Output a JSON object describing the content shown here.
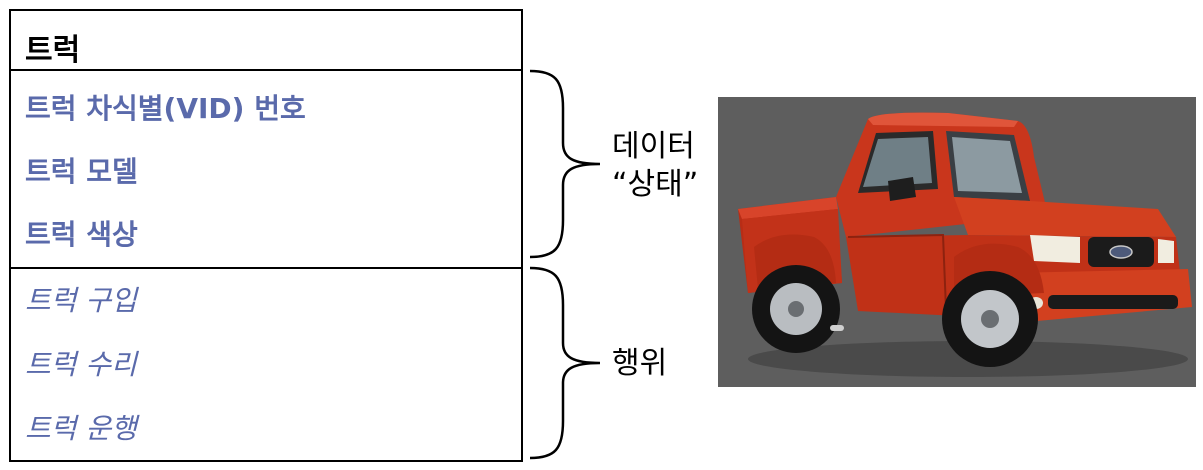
{
  "class_box": {
    "name": "트럭",
    "attributes": [
      "트럭 차식별(VID) 번호",
      "트럭 모델",
      "트럭 색상"
    ],
    "operations": [
      "트럭 구입",
      "트럭 수리",
      "트럭 운행"
    ]
  },
  "labels": {
    "data_line1": "데이터",
    "data_line2": "“상태”",
    "behavior": "행위"
  },
  "colors": {
    "member_text": "#5a6aab",
    "truck_body": "#c8321a",
    "photo_background": "#5e5e5e"
  },
  "image": {
    "subject": "red pickup truck"
  }
}
